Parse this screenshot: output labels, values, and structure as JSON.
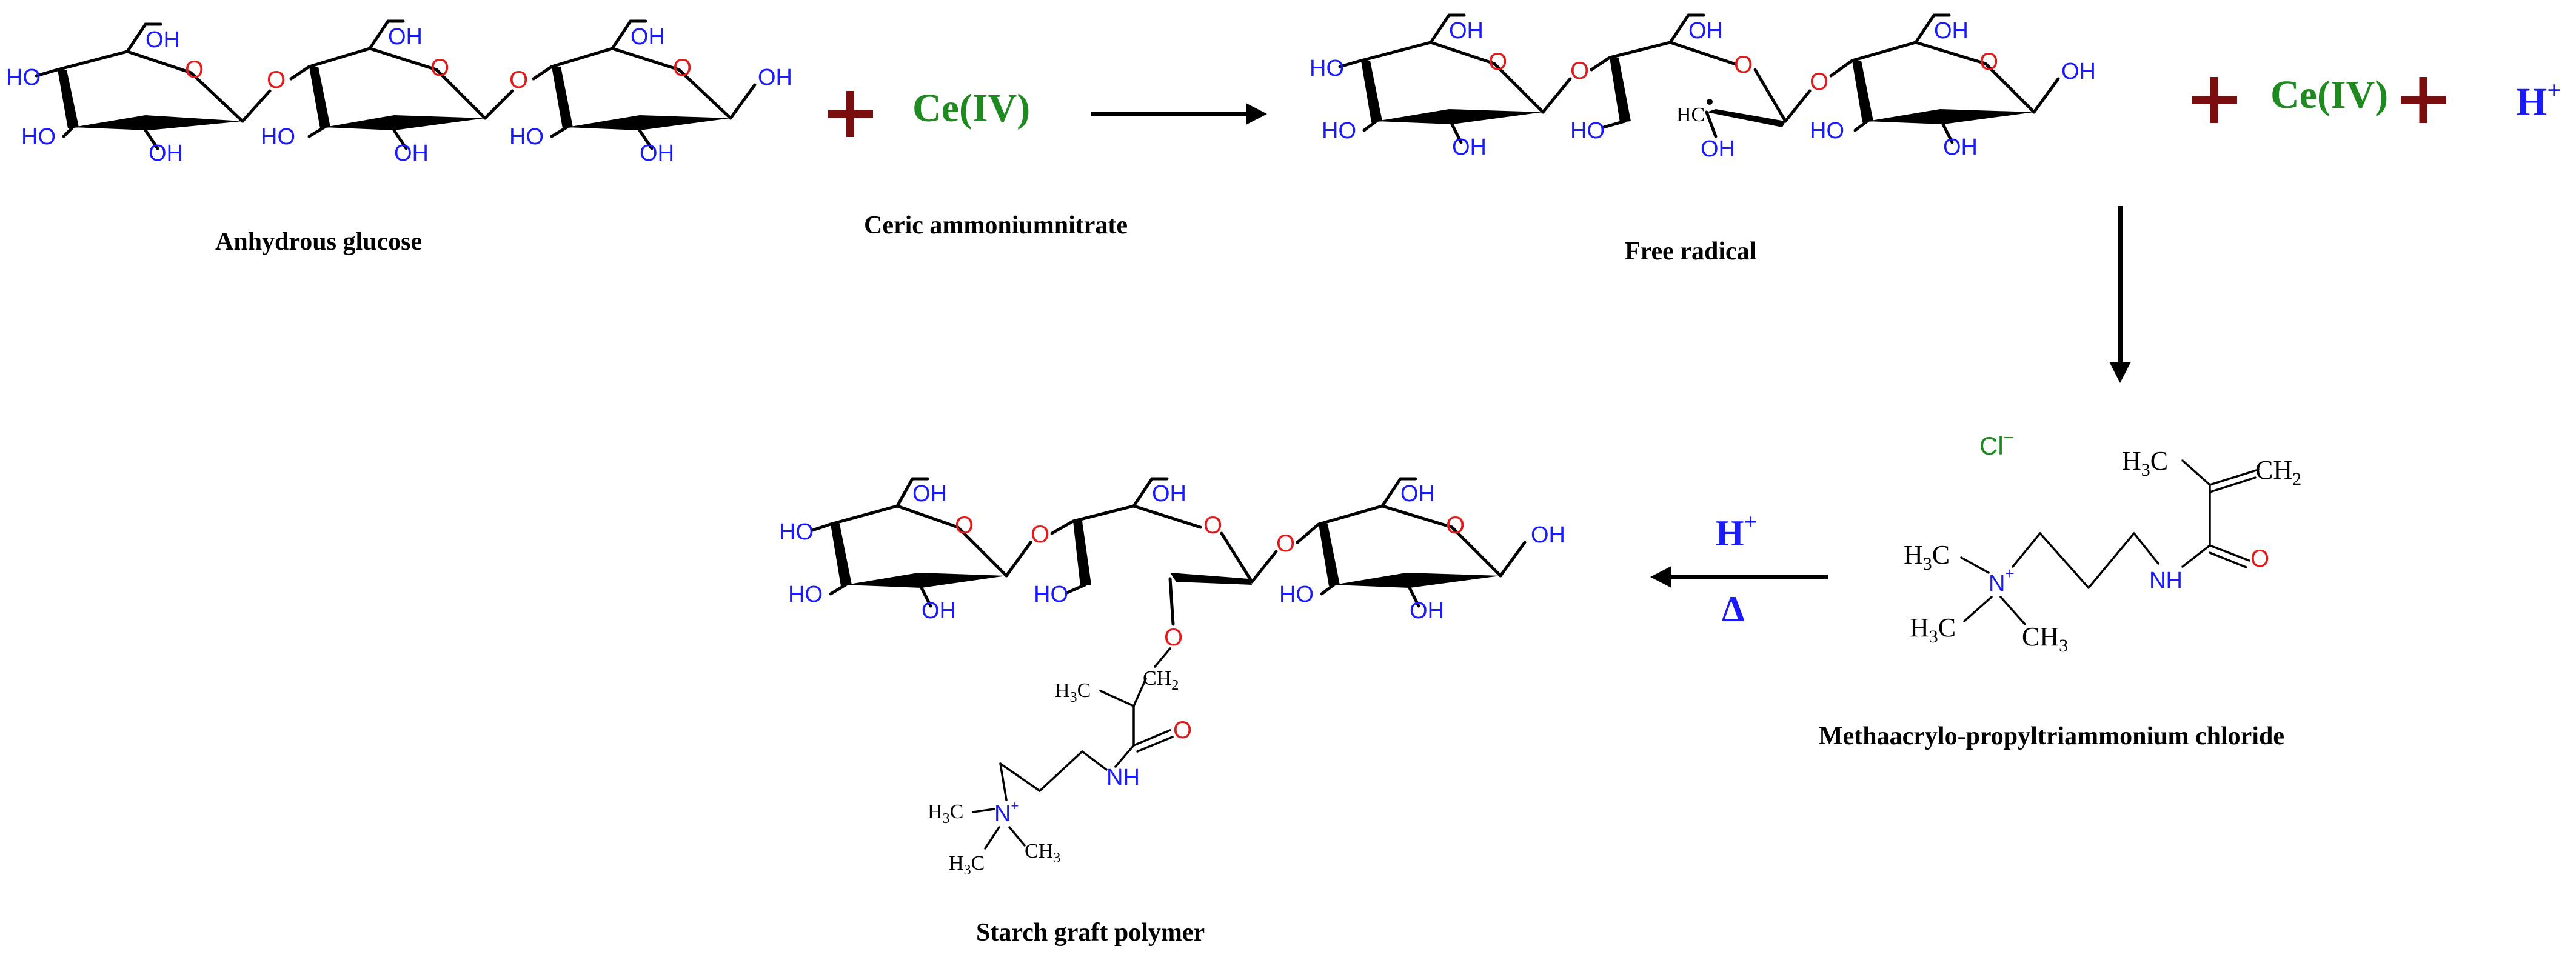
{
  "labels": {
    "anhydrous_glucose": "Anhydrous  glucose",
    "ceric": "Ceric ammoniumnitrate",
    "free_radical": "Free radical",
    "monomer": "Methaacrylo-propyltriammonium chloride",
    "product": "Starch graft polymer"
  },
  "reagents": {
    "ce": "Ce(IV)",
    "h": "H",
    "plus_sup": "+"
  },
  "conditions": {
    "top": "H",
    "top_sup": "+",
    "bottom": "Δ"
  },
  "atoms": {
    "oh": "OH",
    "ho": "HO",
    "o": "O",
    "hc": "HC",
    "cl": "Cl",
    "minus": "−",
    "n": "N",
    "nh": "NH",
    "h3c": "H",
    "c": "C",
    "ch": "CH",
    "two": "2",
    "three": "3"
  },
  "colors": {
    "heteroatom_blue": "#1a1aff",
    "oxygen_red": "#e01b1b",
    "cerium_green": "#1f8a1f",
    "plus_darkred": "#7a0d0d"
  }
}
